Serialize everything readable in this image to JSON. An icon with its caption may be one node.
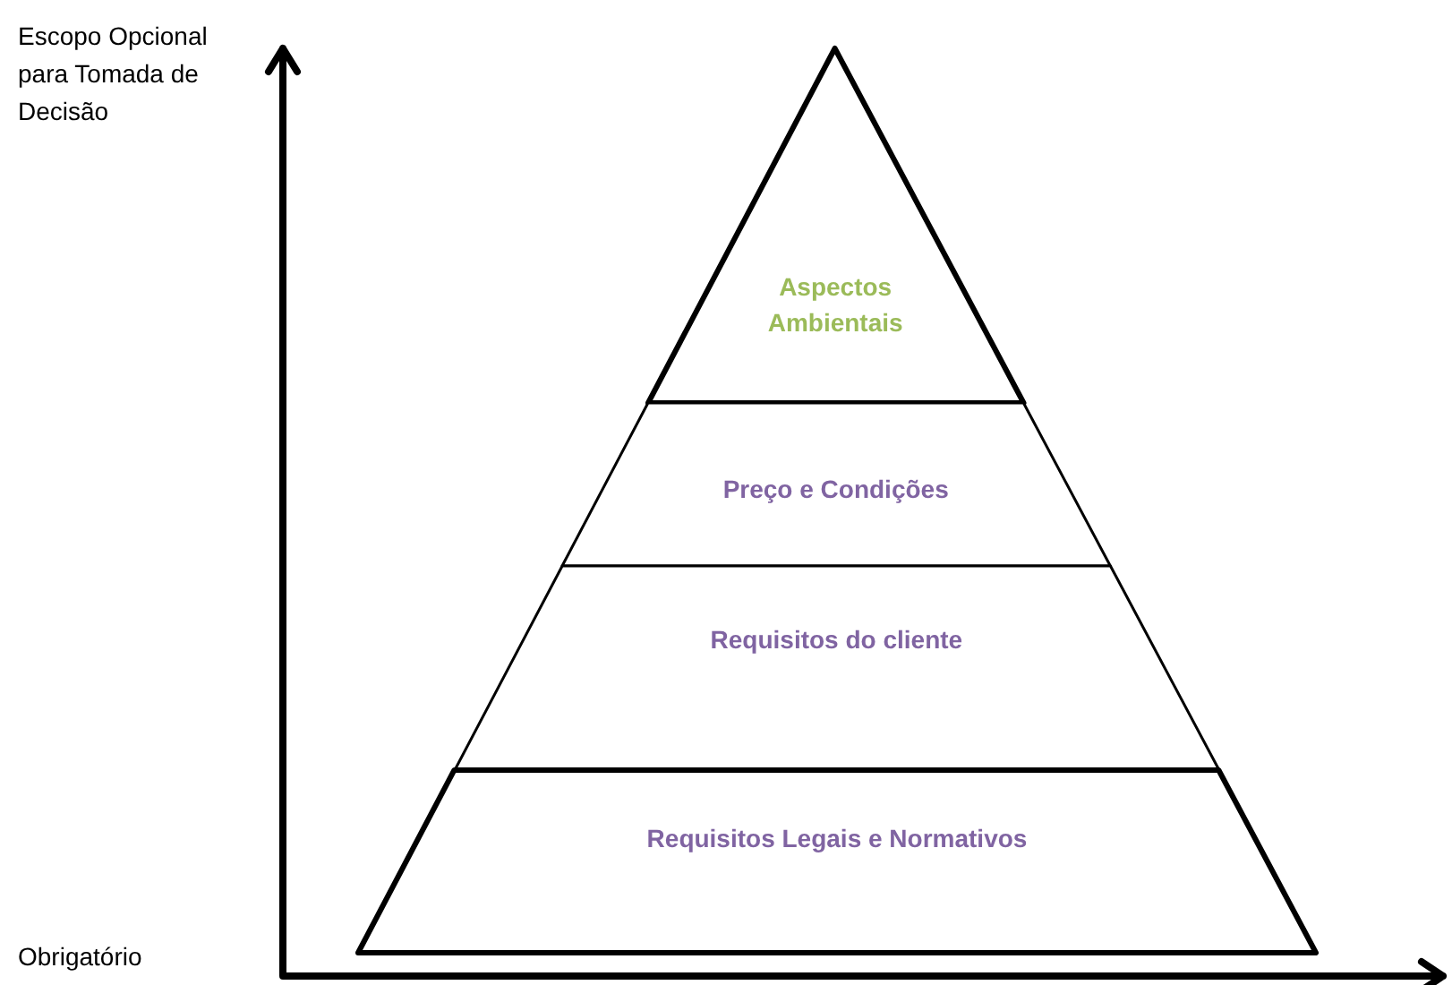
{
  "diagram": {
    "nodes": [
      {
        "text": [
          "Aspectos Ambientais"
        ]
      },
      {
        "text": [
          "Preço e Condições"
        ]
      },
      {
        "text": [
          "Requisitos do cliente"
        ]
      },
      {
        "text": [
          "Requisitos Legais e Normativos"
        ]
      }
    ],
    "labels": [
      "Escopo Opcional para Tomada de Decisão",
      "Obrigatório"
    ]
  }
}
